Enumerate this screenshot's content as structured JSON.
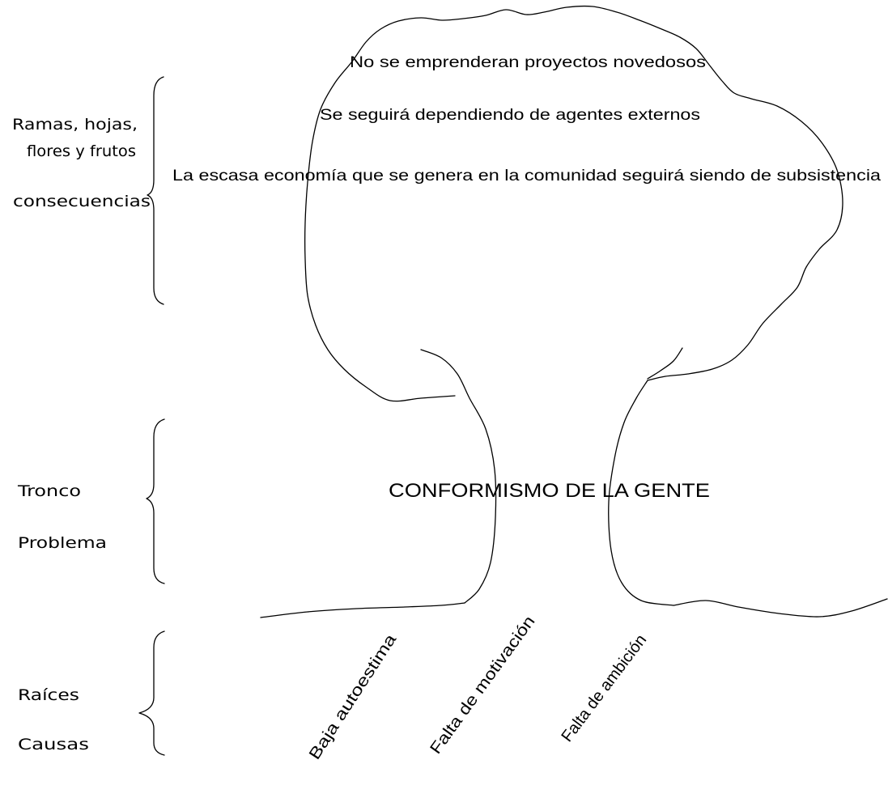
{
  "left_labels": {
    "crown": {
      "line1": "Ramas, hojas,",
      "line2": "flores y frutos",
      "line3": "consecuencias"
    },
    "trunk": {
      "line1": "Tronco",
      "line2": "Problema"
    },
    "roots": {
      "line1": "Raíces",
      "line2": "Causas"
    }
  },
  "consequences": [
    "No se emprenderan proyectos novedosos",
    "Se seguirá dependiendo de agentes externos",
    "La escasa economía que se genera en la comunidad seguirá siendo de subsistencia"
  ],
  "problem": "CONFORMISMO DE LA GENTE",
  "causes": [
    "Baja autoestima",
    "Falta de motivación",
    "Falta de ambición"
  ],
  "colors": {
    "ink": "#000000",
    "background": "#ffffff"
  }
}
